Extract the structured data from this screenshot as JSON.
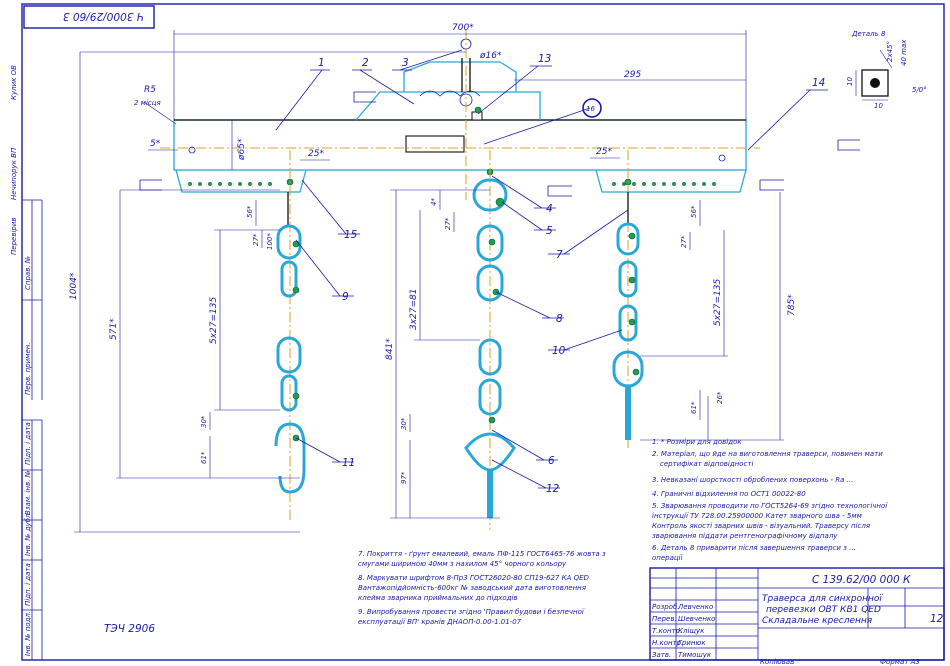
{
  "stamp": {
    "code_box": "Ч 3000/29/60 3",
    "doc_code": "С 139.62/00 000 К",
    "title_lines": [
      "Траверса для синхронної",
      "перевезки ОВТ КВ1 QED",
      "Складальне креслення"
    ],
    "sheet": "12",
    "format": "Формат А3",
    "copied": "Копіював",
    "roles": [
      "Розроб.",
      "Перев.",
      "Т.контр.",
      "Н.контр.",
      "Затв."
    ],
    "names": [
      "Левченко",
      "Шевченко",
      "Кліщук",
      "Гринюк",
      "Тимошук"
    ],
    "left_labels": [
      "Перв. примен.",
      "Справ. №",
      "Підп. і дата",
      "Взам. інв. №",
      "Інв. № дубл.",
      "Підп. і дата",
      "Інв. № подл."
    ],
    "top_left_labels": [
      "Кулик ОВ",
      "Перевірив",
      "Нечипорук ВП"
    ]
  },
  "bottom_left_note": "ТЭЧ 2906",
  "detail": {
    "title": "Деталь 8",
    "dims": [
      "2х45°",
      "40 max",
      "10",
      "10",
      "5/0°"
    ]
  },
  "dimensions": {
    "total_width": "700*",
    "right_span": "295",
    "pin_dia": "ø16*",
    "radius": "R5",
    "radius_note": "2 місця",
    "beam_dia": "ø65*",
    "five_deg": "5*",
    "angle_25_left": "25*",
    "angle_25_right": "25*",
    "height_total": "1004*",
    "left_chain_h": "571*",
    "middle_chain_h": "841*",
    "right_chain_h": "785*",
    "d56_left": "56*",
    "d56_right": "56*",
    "d27_left": "27*",
    "d27_mid": "27*",
    "d27_right": "27*",
    "d4": "4*",
    "d100": "100*",
    "chain_left": "5х27=135",
    "chain_mid": "3х27=81",
    "chain_right": "5х27=135",
    "d30_left": "30*",
    "d30_mid": "30*",
    "d61_left": "61*",
    "d97": "97*",
    "d61_right": "61*",
    "d26": "26*"
  },
  "balloons": [
    "1",
    "2",
    "3",
    "13",
    "14",
    "16",
    "15",
    "4",
    "5",
    "7",
    "8",
    "9",
    "10",
    "6",
    "11",
    "12"
  ],
  "notes_right": [
    "1. * Розміри для довідок",
    "2. Матеріал, що йде на виготовлення траверси, повинен мати",
    "сертифікат відповідності",
    "3. Невказані шорсткості оброблених поверхонь - Ra ...",
    "4. Граничні відхилення по ОСТ1 00022-80",
    "5. Зварювання проводити по ГОСТ5264-69 згідно технологічної",
    "інструкції ТУ 728.00.25900000         Катет зварного шва - 5мм",
    "Контроль якості зварних швів - візуальний. Траверсу після",
    "зварювання піддати рентгенографічному відпалу",
    "6. Деталь 8 приварити після завершення траверси з ...",
    "операції"
  ],
  "notes_bottom": [
    "7. Покриття - ґрунт емалевий, емаль ПФ-115 ГОСТ6465-76 жовта з",
    "смугами шириною 40мм з нахилом 45° чорного кольору",
    "8. Маркувати шрифтом 8-Пр3 ГОСТ26020-80 СП19-627 КА QED",
    "Вантажопідйомність-600кг № заводський дата виготовлення",
    "клейма зварника приймальних до підходів",
    "9. Випробування провести згідно 'Правил будови і безпечної",
    "експлуатації ВП' кранів ДНАОП-0.00-1.01-07"
  ],
  "colors": {
    "frame": "#1a1aa8",
    "contour": "#29a8d8",
    "axis": "#e2a020",
    "weld": "#1f9d55"
  }
}
